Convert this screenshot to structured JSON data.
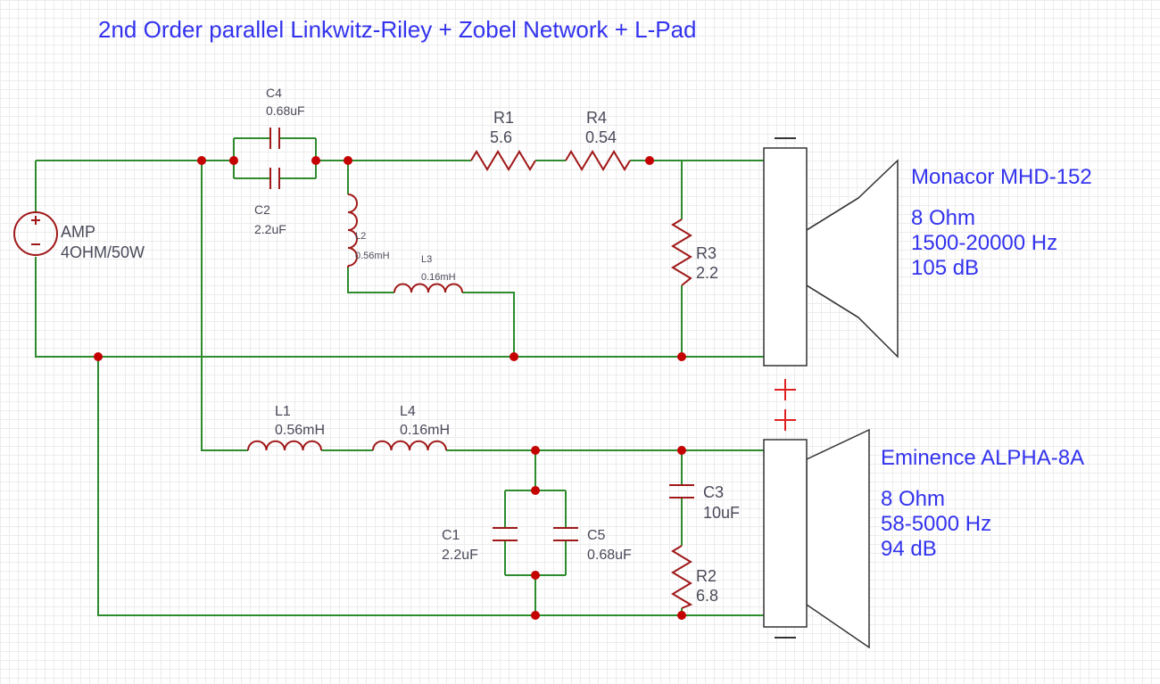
{
  "title": "2nd Order parallel Linkwitz-Riley + Zobel Network + L-Pad",
  "source": {
    "name": "AMP",
    "rating": "4OHM/50W"
  },
  "components": {
    "C4": {
      "ref": "C4",
      "value": "0.68uF"
    },
    "C2": {
      "ref": "C2",
      "value": "2.2uF"
    },
    "R1": {
      "ref": "R1",
      "value": "5.6"
    },
    "R4": {
      "ref": "R4",
      "value": "0.54"
    },
    "L2": {
      "ref": "L2",
      "value": "0.56mH"
    },
    "L3": {
      "ref": "L3",
      "value": "0.16mH"
    },
    "R3": {
      "ref": "R3",
      "value": "2.2"
    },
    "L1": {
      "ref": "L1",
      "value": "0.56mH"
    },
    "L4": {
      "ref": "L4",
      "value": "0.16mH"
    },
    "C1": {
      "ref": "C1",
      "value": "2.2uF"
    },
    "C5": {
      "ref": "C5",
      "value": "0.68uF"
    },
    "C3": {
      "ref": "C3",
      "value": "10uF"
    },
    "R2": {
      "ref": "R2",
      "value": "6.8"
    }
  },
  "tweeter": {
    "name": "Monacor MHD-152",
    "impedance": "8 Ohm",
    "range": "1500-20000 Hz",
    "sensitivity": "105 dB"
  },
  "woofer": {
    "name": "Eminence ALPHA-8A",
    "impedance": "8 Ohm",
    "range": "58-5000 Hz",
    "sensitivity": "94 dB"
  },
  "colors": {
    "wire": "#2e8b2e",
    "component": "#a01818",
    "node": "#c40000",
    "title": "#3333ee",
    "label": "#4a4a5a",
    "plus": "#e02020"
  }
}
